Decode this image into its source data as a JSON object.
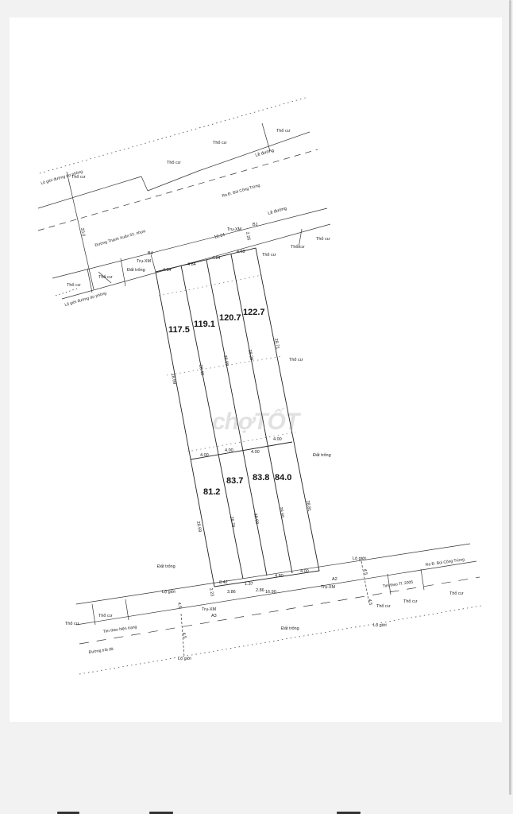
{
  "watermark": "chợTỐT",
  "areas": {
    "a1": "117.5",
    "a2": "119.1",
    "a3": "120.7",
    "a4": "122.7",
    "b1": "81.2",
    "b2": "83.7",
    "b3": "83.8",
    "b4": "84.0"
  },
  "top_widths": [
    "4.84",
    "4.84",
    "4.84",
    "4.69"
  ],
  "mid_widths": [
    "4.00",
    "4.00",
    "4.00",
    "4.00"
  ],
  "bottom_widths": [
    "8.42",
    "1.37",
    "4.80",
    "4.00"
  ],
  "side_dims": {
    "left_upper": "28.69",
    "left_lower": "28.69",
    "c1_upper": "28.48",
    "c1_lower": "28.79",
    "c2_upper": "28.88",
    "c2_lower": "28.69",
    "c3_upper": "28.28",
    "c3_lower": "28.66",
    "right_upper": "28.71",
    "right_lower": "28.81"
  },
  "labels": {
    "tho_cu": "Thổ cư",
    "dat_trong": "Đất trống",
    "le_duong": "Lề đường",
    "lo_gioi": "Lộ giới",
    "lo_gioi_quy_hoach": "Lộ giới đường dự phóng",
    "ra_bui_cong_trung": "Ra Đ. Bùi Công Trừng",
    "duong_thanh_xuan": "Đường Thạnh Xuân 52, nhựa",
    "duong_trai_da": "Đường trải đá",
    "tim_hien_trang": "Tim theo hiện trạng",
    "tim_2005": "Tim theo Tl. 2005",
    "tru_xm": "Trụ-XM",
    "dim_16_14": "16.14",
    "dim_16_90": "16.90",
    "dim_3_86": "3.86",
    "dim_2_86": "2.86",
    "dim_2_23": "2.23",
    "dim_4_5": "4.5",
    "dim_20": "20.0",
    "dim_2_26": "2.26",
    "pt_b1": "B1",
    "pt_b4": "B4",
    "pt_a2": "A2",
    "pt_a3": "A3"
  }
}
